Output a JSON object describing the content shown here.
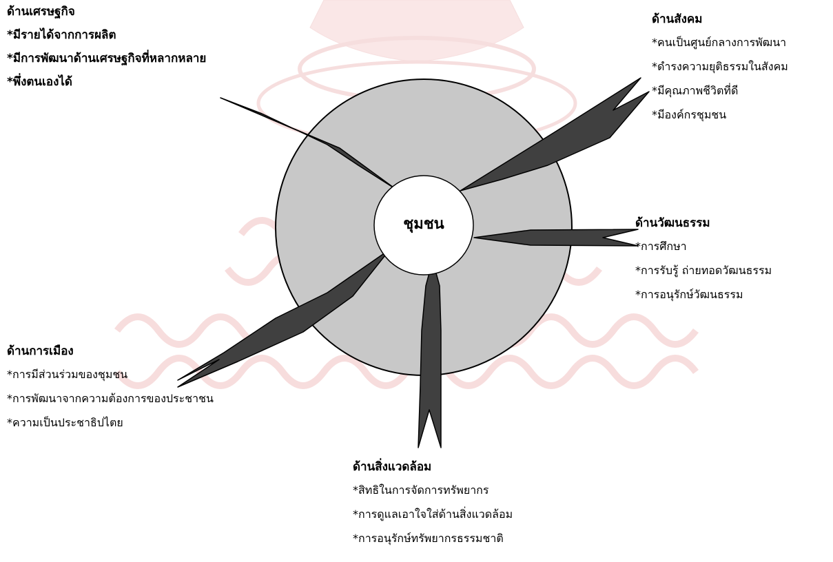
{
  "center": {
    "label": "ชุมชน"
  },
  "colors": {
    "ring_fill": "#c8c8c8",
    "center_fill": "#ffffff",
    "spike_fill": "#404040",
    "outline": "#000000",
    "watermark": "#f0b8b8"
  },
  "economy": {
    "heading": "ด้านเศรษฐกิจ",
    "items": [
      "*มีรายได้จากการผลิต",
      "*มีการพัฒนาด้านเศรษฐกิจที่หลากหลาย",
      "*พึ่งตนเองได้"
    ]
  },
  "society": {
    "heading": "ด้านสังคม",
    "items": [
      "*คนเป็นศูนย์กลางการพัฒนา",
      "*ดำรงความยุติธรรมในสังคม",
      "*มีคุณภาพชีวิตที่ดี",
      "*มีองค์กรชุมชน"
    ]
  },
  "culture": {
    "heading": "ด้านวัฒนธรรม",
    "items": [
      "*การศึกษา",
      "*การรับรู้ ถ่ายทอดวัฒนธรรม",
      "*การอนุรักษ์วัฒนธรรม"
    ]
  },
  "politics": {
    "heading": "ด้านการเมือง",
    "items": [
      "*การมีส่วนร่วมของชุมชน",
      "*การพัฒนาจากความต้องการของประชาชน",
      "*ความเป็นประชาธิปไตย"
    ]
  },
  "environment": {
    "heading": "ด้านสิ่งแวดล้อม",
    "items": [
      "*สิทธิในการจัดการทรัพยากร",
      "*การดูแลเอาใจใส่ด้านสิ่งแวดล้อม",
      "*การอนุรักษ์ทรัพยากรธรรมชาติ"
    ]
  }
}
